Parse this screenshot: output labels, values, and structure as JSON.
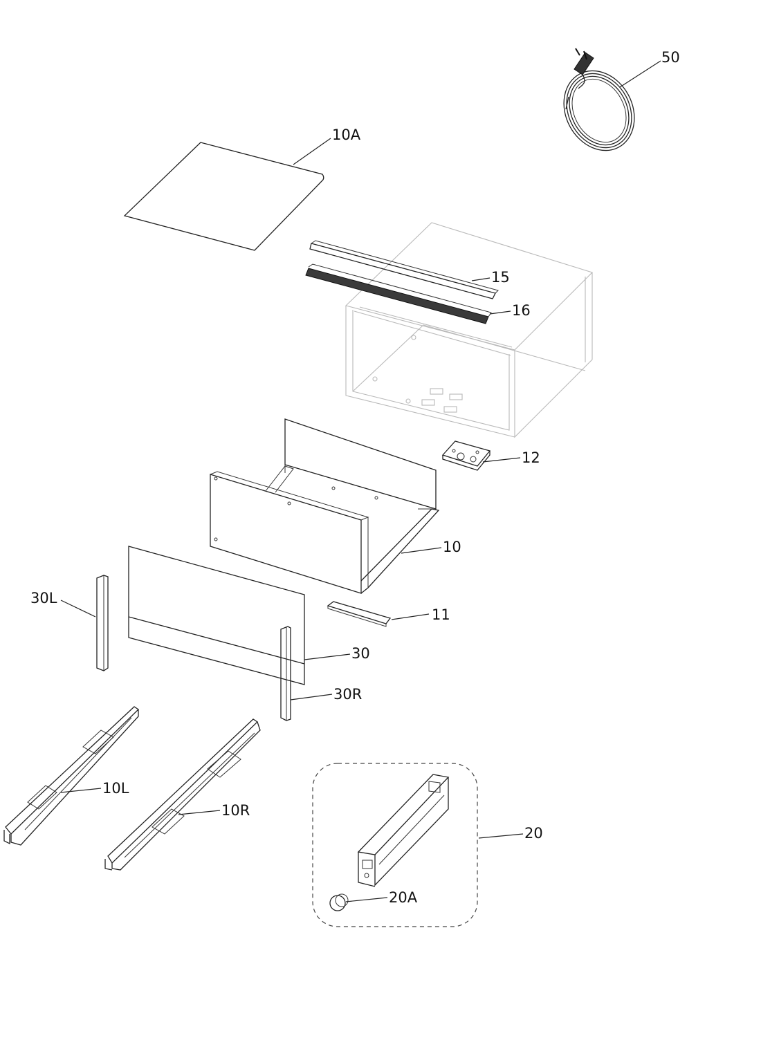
{
  "colors": {
    "ink": "#222222",
    "faint": "#b9b9b9",
    "background": "#ffffff"
  },
  "parts": [
    {
      "id": "p50",
      "label": "50",
      "name": "power-cord"
    },
    {
      "id": "p10a",
      "label": "10A",
      "name": "top-panel"
    },
    {
      "id": "p15",
      "label": "15",
      "name": "rail-strip"
    },
    {
      "id": "p16",
      "label": "16",
      "name": "toothed-rail"
    },
    {
      "id": "p12",
      "label": "12",
      "name": "control-bracket"
    },
    {
      "id": "p10",
      "label": "10",
      "name": "drawer-body"
    },
    {
      "id": "p11",
      "label": "11",
      "name": "cross-bar"
    },
    {
      "id": "p30l",
      "label": "30L",
      "name": "left-trim-strip"
    },
    {
      "id": "p30",
      "label": "30",
      "name": "front-panel"
    },
    {
      "id": "p30r",
      "label": "30R",
      "name": "right-trim-strip"
    },
    {
      "id": "p10l",
      "label": "10L",
      "name": "left-slide-rail"
    },
    {
      "id": "p10r",
      "label": "10R",
      "name": "right-slide-rail"
    },
    {
      "id": "p20",
      "label": "20",
      "name": "heating-unit-kit"
    },
    {
      "id": "p20a",
      "label": "20A",
      "name": "knob"
    }
  ]
}
